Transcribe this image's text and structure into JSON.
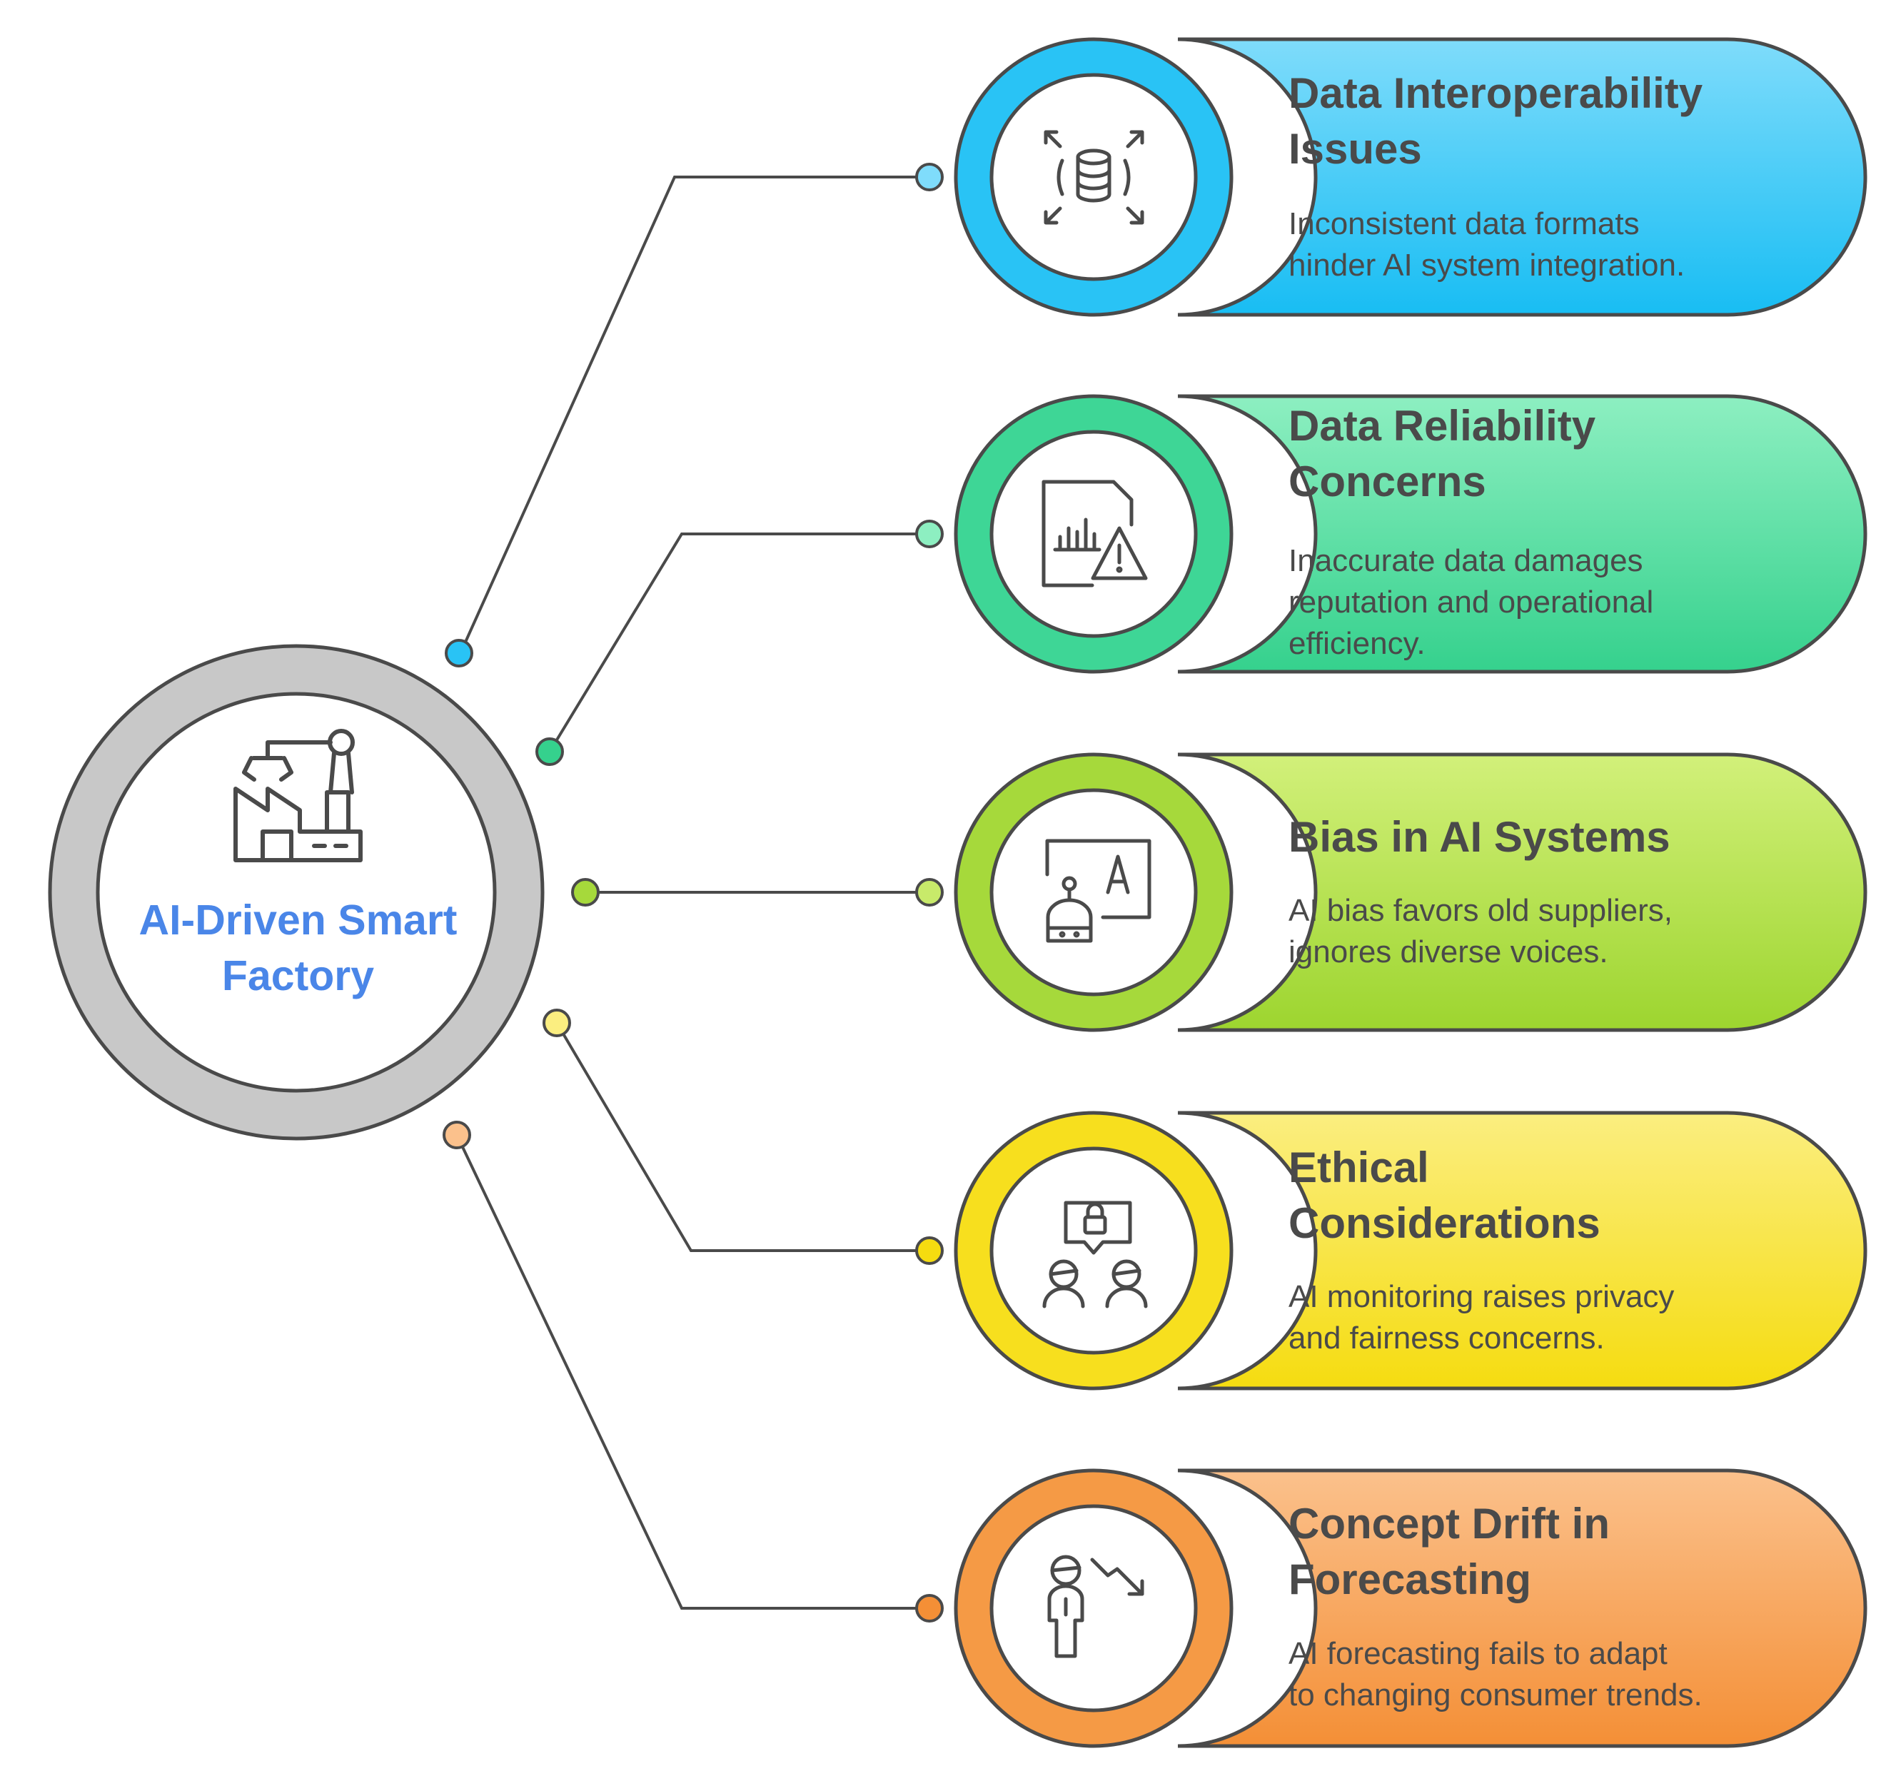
{
  "center": {
    "title": "AI-Driven Smart Factory",
    "icon": "factory-robot-arm-icon",
    "ring_color": "#c8c8c8"
  },
  "items": [
    {
      "title_lines": [
        "Data Interoperability",
        "Issues"
      ],
      "description_lines": [
        "Inconsistent data formats",
        "hinder AI system integration."
      ],
      "icon": "database-expand-icon",
      "color": "#29c3f5",
      "color_light": "#7fdcfb"
    },
    {
      "title_lines": [
        "Data Reliability",
        "Concerns"
      ],
      "description_lines": [
        "Inaccurate data damages",
        "reputation and operational",
        "efficiency."
      ],
      "icon": "report-warning-icon",
      "color": "#3ed696",
      "color_light": "#8defc1"
    },
    {
      "title_lines": [
        "Bias in AI Systems"
      ],
      "description_lines": [
        "AI bias favors old suppliers,",
        "ignores diverse voices."
      ],
      "icon": "robot-presentation-icon",
      "color": "#a6d93b",
      "color_light": "#d2f07a"
    },
    {
      "title_lines": [
        "Ethical",
        "Considerations"
      ],
      "description_lines": [
        "AI monitoring raises privacy",
        "and fairness concerns."
      ],
      "icon": "privacy-lock-people-icon",
      "color": "#f7df1e",
      "color_light": "#fbee80"
    },
    {
      "title_lines": [
        "Concept Drift in",
        "Forecasting"
      ],
      "description_lines": [
        "AI forecasting fails to adapt",
        "to changing consumer trends."
      ],
      "icon": "person-downtrend-icon",
      "color": "#f59a45",
      "color_light": "#fbc18c"
    }
  ]
}
